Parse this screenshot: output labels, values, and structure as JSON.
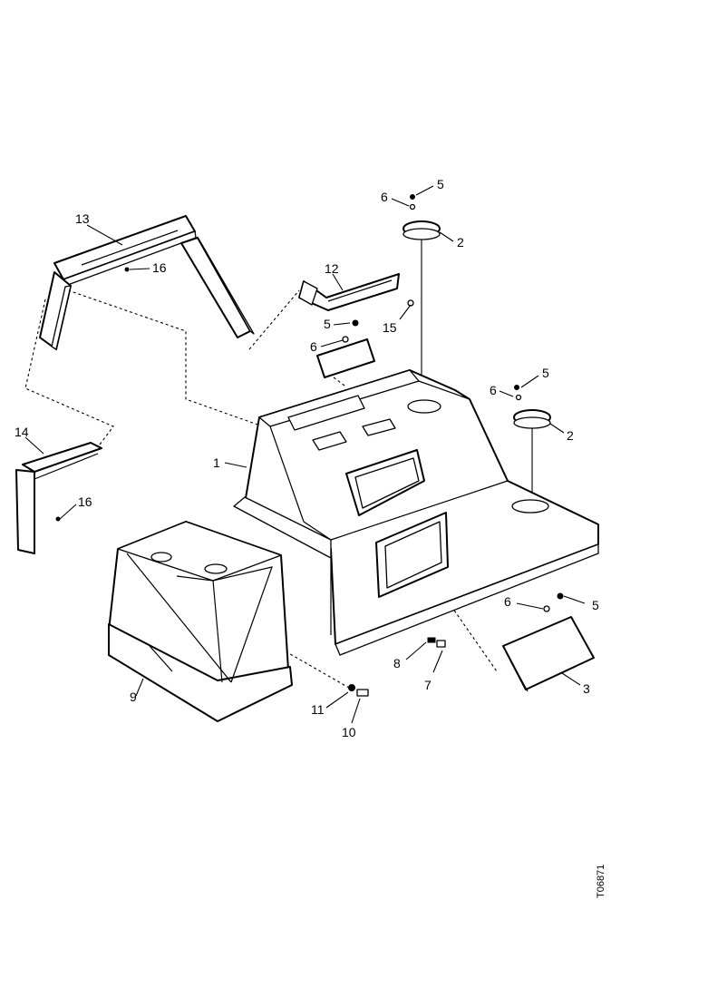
{
  "callouts": {
    "c1": "1",
    "c2a": "2",
    "c2b": "2",
    "c3": "3",
    "c5a": "5",
    "c5b": "5",
    "c5c": "5",
    "c5d": "5",
    "c6a": "6",
    "c6b": "6",
    "c6c": "6",
    "c6d": "6",
    "c7": "7",
    "c8": "8",
    "c9": "9",
    "c10": "10",
    "c11": "11",
    "c12": "12",
    "c13": "13",
    "c14": "14",
    "c15": "15",
    "c16a": "16",
    "c16b": "16"
  },
  "figure_code": "T06871"
}
